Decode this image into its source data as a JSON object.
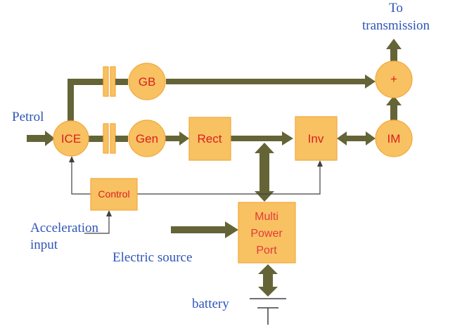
{
  "labels": {
    "petrol": "Petrol",
    "to_transmission_line1": "To",
    "to_transmission_line2": "transmission",
    "acceleration_line1": "Acceleration",
    "acceleration_line2": "input",
    "electric_source": "Electric source",
    "battery": "battery"
  },
  "blocks": {
    "ice": "ICE",
    "gb": "GB",
    "gen": "Gen",
    "rect": "Rect",
    "inv": "Inv",
    "im": "IM",
    "plus": "+",
    "control": "Control",
    "port_line1": "Multi",
    "port_line2": "Power",
    "port_line3": "Port"
  },
  "colors": {
    "block_fill": "#f8c162",
    "shaft": "#646437",
    "label_blue": "#2f55b8",
    "label_red": "#d92020"
  }
}
